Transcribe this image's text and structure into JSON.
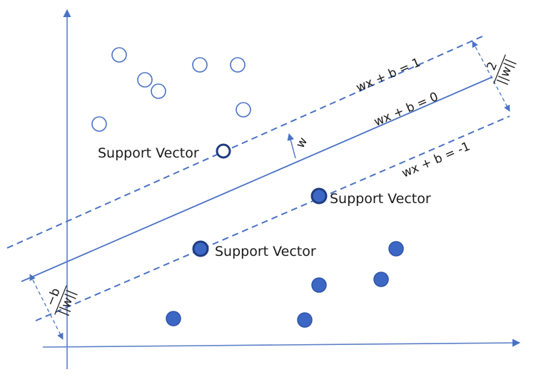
{
  "diagram": {
    "colors": {
      "axis": "#5b7fc7",
      "hyperplane": "#4a72c4",
      "point_fill": "#3d67c4",
      "point_stroke": "#2e54a8",
      "support_vector_stroke": "#1f3c80",
      "text": "#1a1a1a"
    },
    "equations": {
      "upper_margin": "wx + b = 1",
      "hyperplane": "wx + b = 0",
      "lower_margin": "wx + b = -1"
    },
    "normal_vector_label": "w",
    "margin_fraction": {
      "numerator": "2",
      "denominator": "||w||"
    },
    "offset_fraction": {
      "numerator": "−b",
      "denominator": "||w||"
    },
    "support_vector_label": "Support Vector",
    "support_vectors": [
      {
        "label": "Support Vector",
        "class": "open"
      },
      {
        "label": "Support Vector",
        "class": "filled"
      },
      {
        "label": "Support Vector",
        "class": "filled"
      }
    ],
    "open_point_count": 8,
    "filled_point_count": 7
  }
}
